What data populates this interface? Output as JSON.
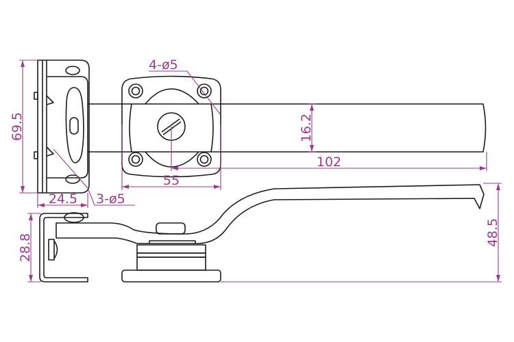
{
  "colors": {
    "dimension": "#9b3a8f",
    "outline": "#1a1a1a"
  },
  "dimensions": {
    "overall_height_top": "69.5",
    "plate_width": "24.5",
    "plate_holes": "3-ø5",
    "mount_holes": "4-ø5",
    "bar_width": "16.2",
    "bar_length": "102",
    "mount_width": "55",
    "side_height": "28.8",
    "total_height": "48.5"
  }
}
